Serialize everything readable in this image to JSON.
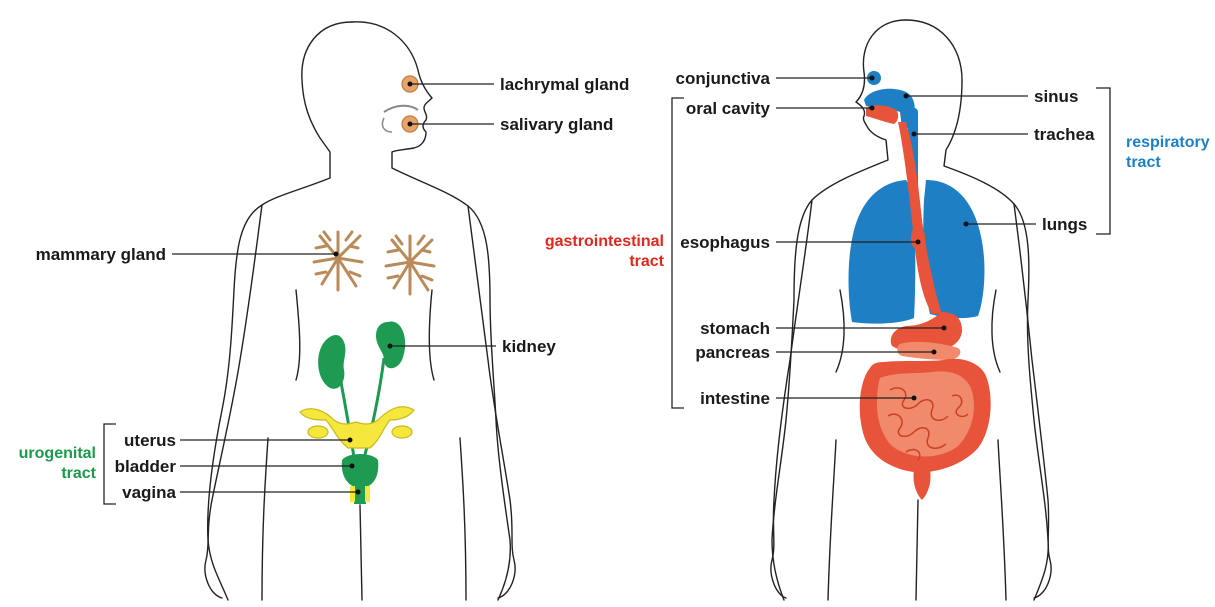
{
  "labels": {
    "lachrymal_gland": "lachrymal gland",
    "salivary_gland": "salivary gland",
    "mammary_gland": "mammary gland",
    "kidney": "kidney",
    "uterus": "uterus",
    "bladder": "bladder",
    "vagina": "vagina",
    "conjunctiva": "conjunctiva",
    "oral_cavity": "oral cavity",
    "sinus": "sinus",
    "trachea": "trachea",
    "lungs": "lungs",
    "esophagus": "esophagus",
    "stomach": "stomach",
    "pancreas": "pancreas",
    "intestine": "intestine"
  },
  "groups": {
    "urogenital": {
      "line1": "urogenital",
      "line2": "tract",
      "color": "#1a9a4a"
    },
    "respiratory": {
      "line1": "respiratory",
      "line2": "tract",
      "color": "#1f7fc4"
    },
    "gastrointestinal": {
      "line1": "gastrointestinal",
      "line2": "tract",
      "color": "#e0281e"
    }
  },
  "colors": {
    "gland": "#e7a56b",
    "breast_tissue": "#b98b5a",
    "kidney": "#1e9a52",
    "reproductive": "#f5e73c",
    "respiratory": "#1f7fc4",
    "digestive": "#e8543a",
    "digestive_light": "#f08a6a"
  }
}
